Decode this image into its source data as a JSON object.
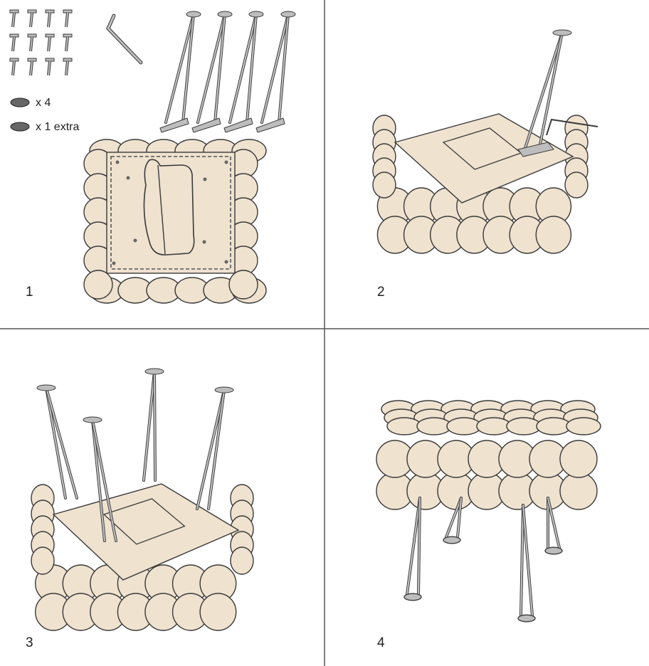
{
  "steps": [
    {
      "number": "1"
    },
    {
      "number": "2"
    },
    {
      "number": "3"
    },
    {
      "number": "4"
    }
  ],
  "parts": {
    "washer_qty": "x 4",
    "extra_qty": "x 1 extra"
  },
  "colors": {
    "cushion": "#efe2cf",
    "outline": "#3a3a3a",
    "metal": "#bdbdbd",
    "divider": "#555555"
  }
}
